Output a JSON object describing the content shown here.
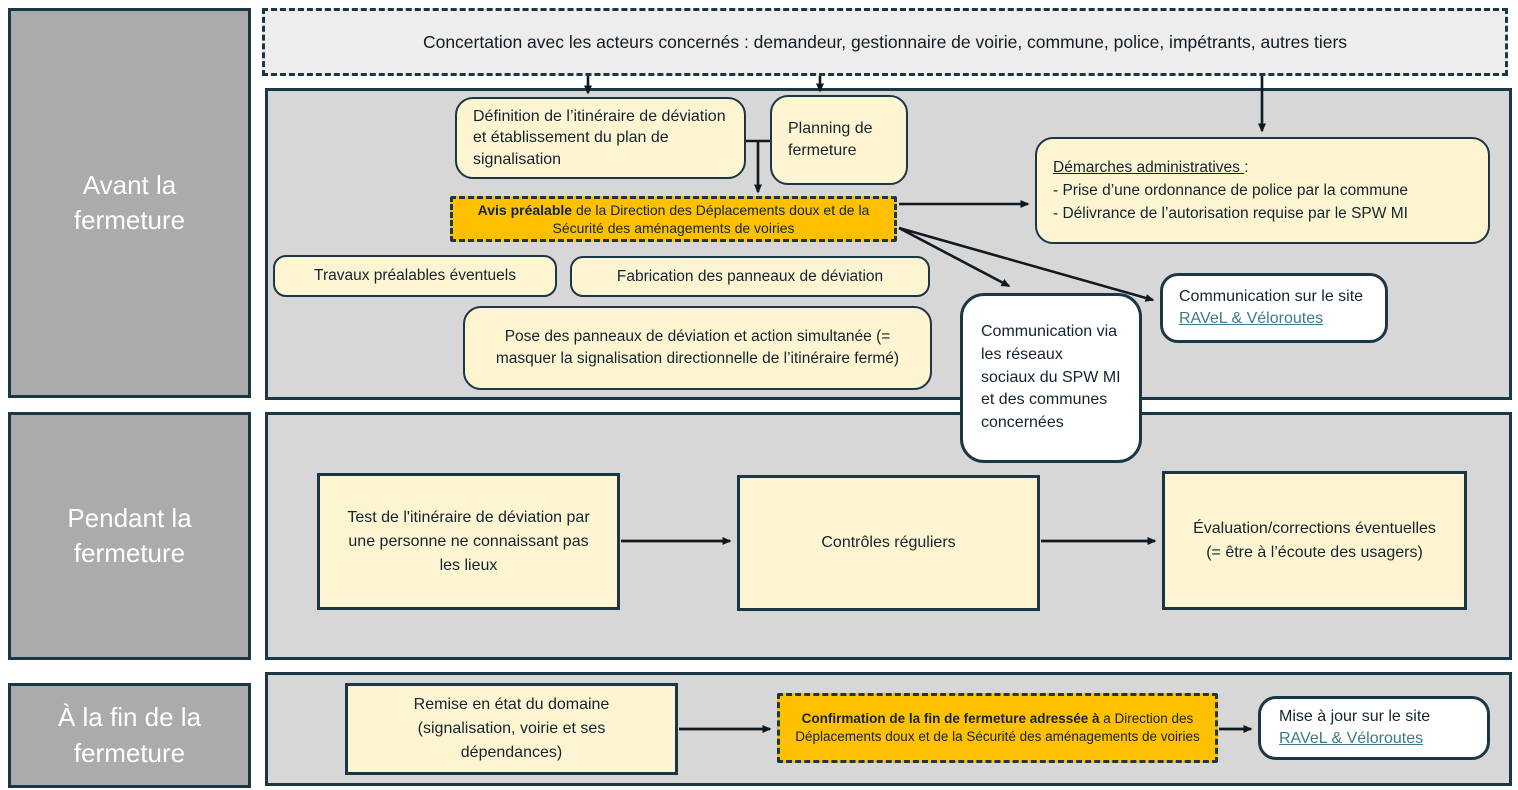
{
  "colors": {
    "border_navy": "#1b3644",
    "section_bg": "#d7d7d7",
    "label_bg": "#ababab",
    "node_yellow": "#fdf5d2",
    "node_orange": "#ffc000",
    "link_teal": "#3d7a8c"
  },
  "concertation": {
    "text": "Concertation avec les acteurs concernés : demandeur, gestionnaire de voirie, commune, police, impétrants, autres tiers"
  },
  "phases": {
    "avant": {
      "label": "Avant la fermeture"
    },
    "pendant": {
      "label": "Pendant la fermeture"
    },
    "fin": {
      "label": "À la fin de la fermeture"
    }
  },
  "avant": {
    "definition": "Définition de l’itinéraire de déviation et établissement du plan de signalisation",
    "planning": "Planning de fermeture",
    "avis_bold": "Avis préalable",
    "avis_rest": " de la Direction des Déplacements doux et de la Sécurité des aménagements de voiries",
    "demarches_title": "Démarches administratives ",
    "demarches_colon": ":",
    "demarches_items": [
      "- Prise d’une ordonnance de police par la commune",
      "- Délivrance de l’autorisation requise par le SPW MI"
    ],
    "travaux": "Travaux préalables éventuels",
    "fabrication": "Fabrication des panneaux de déviation",
    "pose": "Pose des panneaux de déviation et action simultanée (= masquer la signalisation directionnelle de l’itinéraire fermé)",
    "comm_sociaux": "Communication via les réseaux sociaux du SPW MI et des communes concernées",
    "comm_site_prefix": "Communication sur le site ",
    "comm_site_link": "RAVeL & Véloroutes"
  },
  "pendant": {
    "test": "Test de l'itinéraire de déviation par une personne ne connaissant pas les lieux",
    "controles": "Contrôles réguliers",
    "evaluation": "Évaluation/corrections éventuelles (= être à l’écoute des usagers)"
  },
  "fin": {
    "remise": "Remise en état du domaine (signalisation, voirie et ses dépendances)",
    "confirmation_bold": "Confirmation de la fin de fermeture adressée à",
    "confirmation_rest": " a Direction des Déplacements doux et de la Sécurité des aménagements de voiries",
    "mise_line1": "Mise à jour sur le site",
    "mise_link": "RAVeL & Véloroutes"
  }
}
